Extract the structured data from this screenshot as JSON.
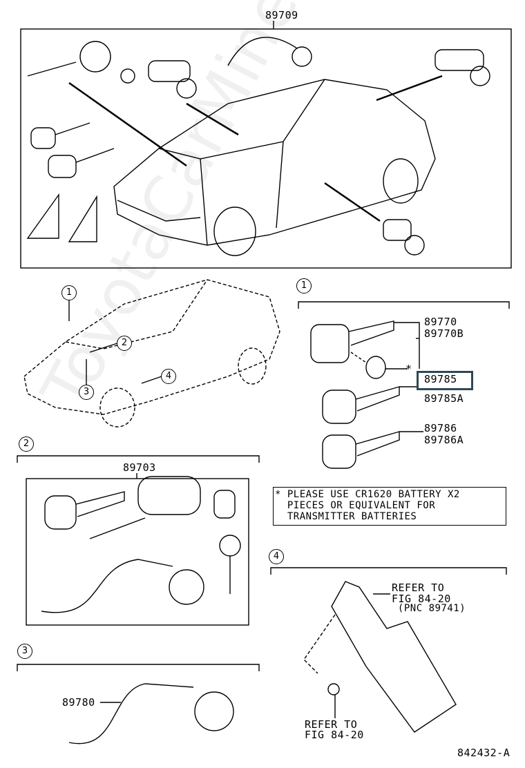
{
  "watermark": "ToyotaCarMine.ru",
  "top_group": {
    "part_number": "89709"
  },
  "locator": {
    "callouts": [
      "1",
      "2",
      "3",
      "4"
    ]
  },
  "section_1": {
    "callout": "1",
    "parts": [
      "89770",
      "89770B",
      "89785",
      "89785A",
      "89786",
      "89786A"
    ],
    "highlighted_part": "89785",
    "highlight_color": "#2e4756",
    "battery_mark": "*",
    "note_lines": [
      "* PLEASE USE CR1620 BATTERY X2",
      "  PIECES OR EQUIVALENT FOR",
      "  TRANSMITTER BATTERIES"
    ]
  },
  "section_2": {
    "callout": "2",
    "part_number": "89703"
  },
  "section_3": {
    "callout": "3",
    "part_number": "89780"
  },
  "section_4": {
    "callout": "4",
    "ref_upper": [
      "REFER TO",
      "FIG 84-20",
      " (PNC 89741)"
    ],
    "ref_lower": [
      "REFER TO",
      "FIG 84-20"
    ]
  },
  "illustration_number": "842432-A"
}
